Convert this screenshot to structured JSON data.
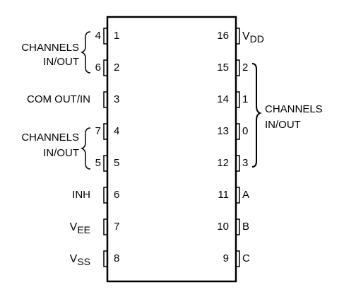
{
  "left_pins": [
    {
      "num": "1",
      "label": "",
      "chan": "4"
    },
    {
      "num": "2",
      "label": "",
      "chan": "6"
    },
    {
      "num": "3",
      "label": "COM OUT/IN",
      "chan": ""
    },
    {
      "num": "4",
      "label": "",
      "chan": "7"
    },
    {
      "num": "5",
      "label": "",
      "chan": "5"
    },
    {
      "num": "6",
      "label": "INH",
      "chan": ""
    },
    {
      "num": "7",
      "label": "V",
      "sub": "EE",
      "chan": ""
    },
    {
      "num": "8",
      "label": "V",
      "sub": "SS",
      "chan": ""
    }
  ],
  "right_pins": [
    {
      "num": "16",
      "label": "V",
      "sub": "DD"
    },
    {
      "num": "15",
      "label": "2"
    },
    {
      "num": "14",
      "label": "1"
    },
    {
      "num": "13",
      "label": "0"
    },
    {
      "num": "12",
      "label": "3"
    },
    {
      "num": "11",
      "label": "A"
    },
    {
      "num": "10",
      "label": "B"
    },
    {
      "num": "9",
      "label": "C"
    }
  ],
  "groups": {
    "left_top": {
      "line1": "CHANNELS",
      "line2": "IN/OUT"
    },
    "left_bottom": {
      "line1": "CHANNELS",
      "line2": "IN/OUT"
    },
    "right": {
      "line1": "CHANNELS",
      "line2": "IN/OUT"
    }
  }
}
